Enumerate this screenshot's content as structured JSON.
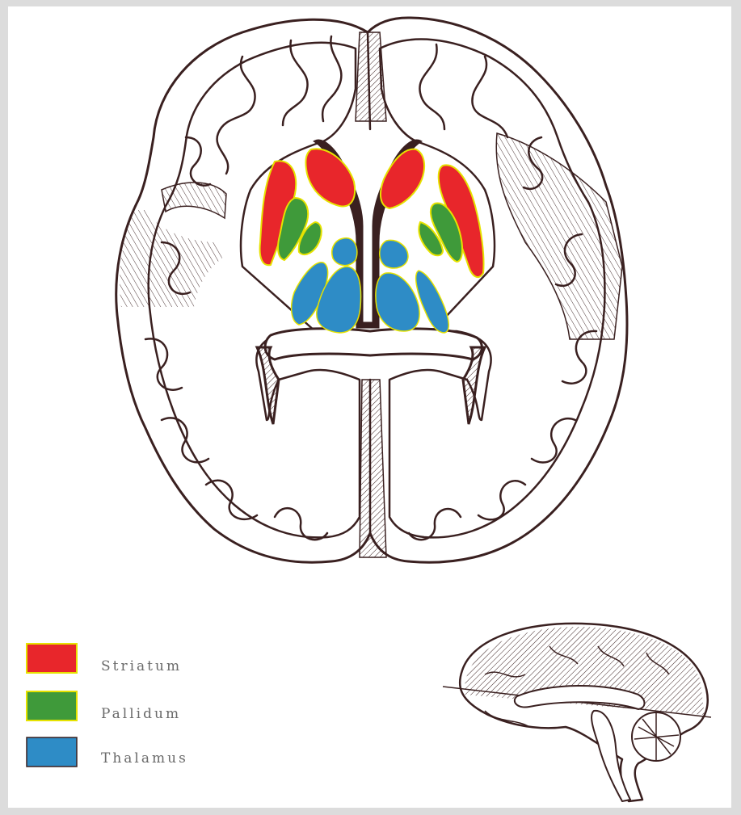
{
  "legend": {
    "items": [
      {
        "label": "Striatum",
        "color": "#e8262b"
      },
      {
        "label": "Pallidum",
        "color": "#3f9a3a"
      },
      {
        "label": "Thalamus",
        "color": "#2e8cc6"
      }
    ]
  },
  "colors": {
    "outline": "#3a2020",
    "cortex_fill": "#ffffff",
    "background": "#dcdcdc",
    "striatum": "#e8262b",
    "pallidum": "#3f9a3a",
    "thalamus": "#2e8cc6",
    "yellow_edge": "#e6e200"
  }
}
